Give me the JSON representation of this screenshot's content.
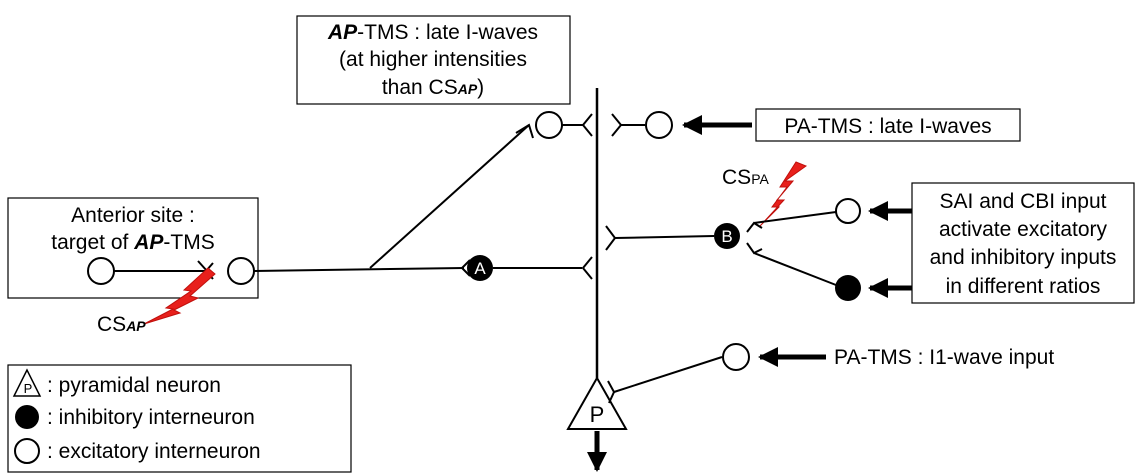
{
  "diagram": {
    "ap_box": {
      "line1_bold": "AP",
      "line1_rest": "-TMS : late I-waves",
      "line2": "(at higher intensities",
      "line3_pre": "than CS",
      "line3_sub": "AP",
      "line3_post": ")"
    },
    "pa_late": "PA-TMS : late I-waves",
    "cs_pa": {
      "main": "CS",
      "sub": "PA"
    },
    "sai_box": {
      "line1": "SAI and CBI input",
      "line2": "activate excitatory",
      "line3": "and inhibitory inputs",
      "line4": "in different ratios"
    },
    "anterior_box": {
      "line1": "Anterior site :",
      "line2_pre": "target of ",
      "line2_bold": "AP",
      "line2_post": "-TMS"
    },
    "cs_ap": {
      "main": "CS",
      "sub": "AP"
    },
    "node_a": "A",
    "node_b": "B",
    "pyramidal_label": "P",
    "pa_i1": "PA-TMS : I1-wave input",
    "legend": {
      "pyramidal_symbol": "P",
      "pyramidal": ": pyramidal neuron",
      "inhibitory": ": inhibitory interneuron",
      "excitatory": ": excitatory interneuron"
    },
    "colors": {
      "lightning": "#e8201c",
      "line": "#000000",
      "inhibitory_fill": "#000000"
    }
  }
}
